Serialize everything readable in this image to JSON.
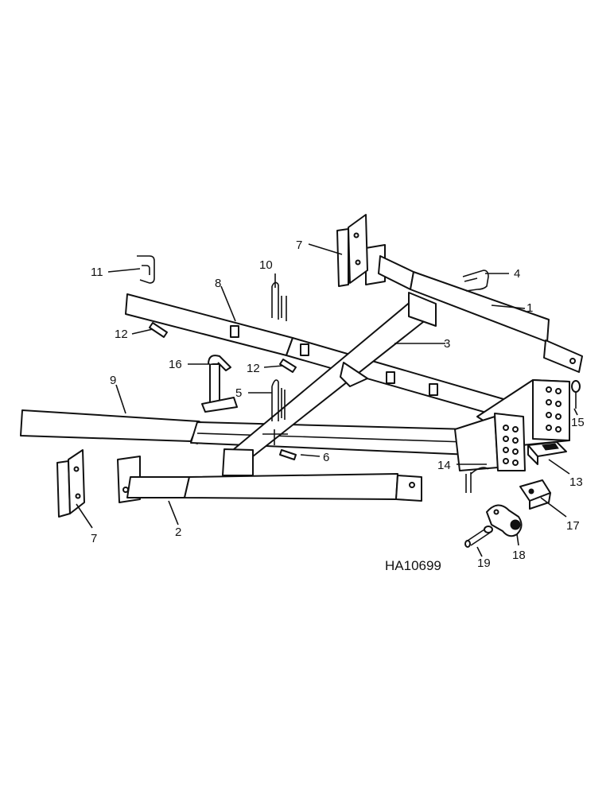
{
  "diagram": {
    "callouts": {
      "c1": "1",
      "c2": "2",
      "c3": "3",
      "c4": "4",
      "c5": "5",
      "c6": "6",
      "c7a": "7",
      "c7b": "7",
      "c8": "8",
      "c9": "9",
      "c10": "10",
      "c11": "11",
      "c12a": "12",
      "c12b": "12",
      "c13": "13",
      "c14": "14",
      "c15": "15",
      "c16": "16",
      "c17": "17",
      "c18": "18",
      "c19": "19"
    },
    "figure_code": "HA10699"
  }
}
